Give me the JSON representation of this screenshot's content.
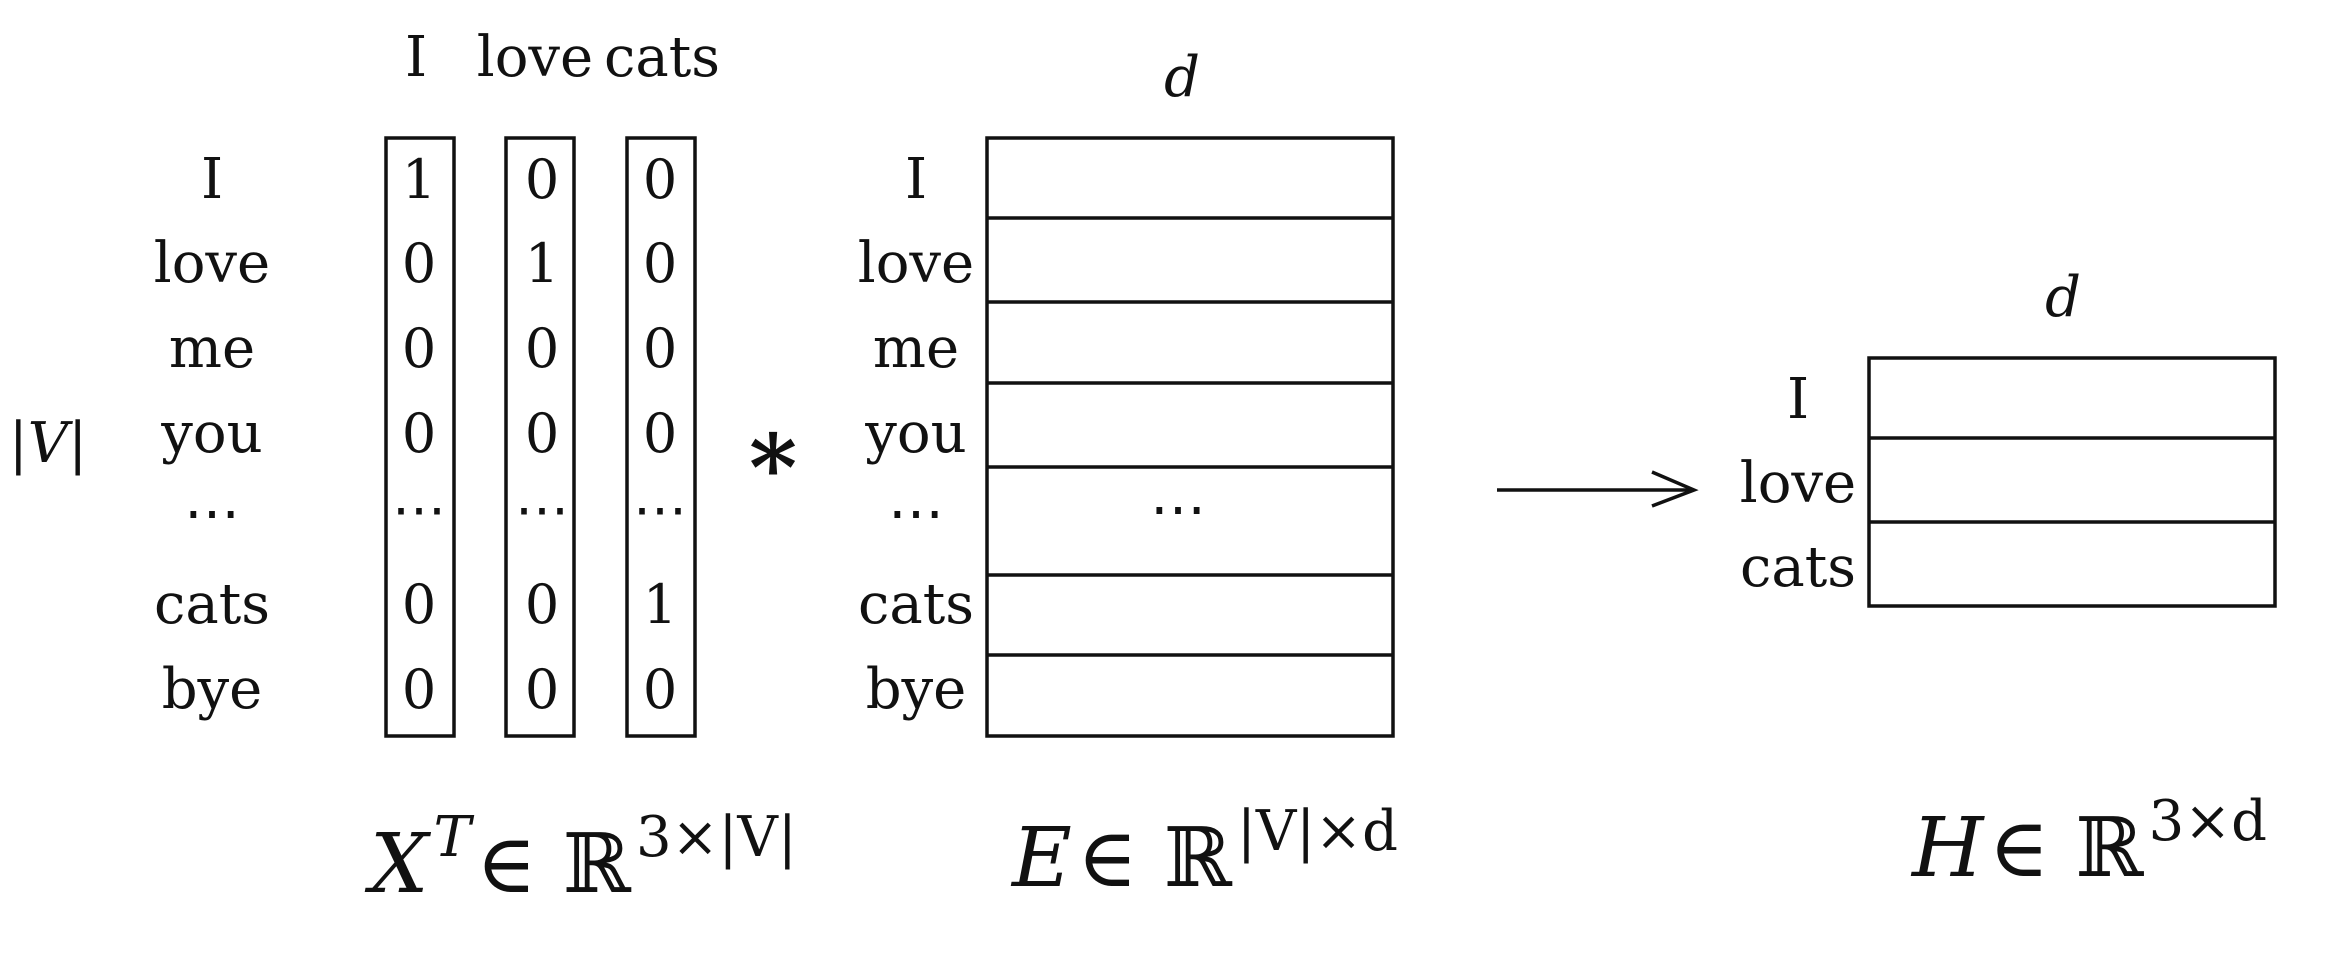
{
  "vocab_label": "|V|",
  "column_headers": [
    "I",
    "love",
    "cats"
  ],
  "vocab_words": [
    "I",
    "love",
    "me",
    "you",
    "⋯",
    "cats",
    "bye"
  ],
  "one_hot_columns": [
    [
      "1",
      "0",
      "0",
      "0",
      "⋯",
      "0",
      "0"
    ],
    [
      "0",
      "1",
      "0",
      "0",
      "⋯",
      "0",
      "0"
    ],
    [
      "0",
      "0",
      "0",
      "0",
      "⋯",
      "1",
      "0"
    ]
  ],
  "multiply_symbol": "*",
  "embedding": {
    "dim_label": "d",
    "row_labels": [
      "I",
      "love",
      "me",
      "you",
      "⋯",
      "cats",
      "bye"
    ],
    "ellipsis": "⋯"
  },
  "output": {
    "dim_label": "d",
    "row_labels": [
      "I",
      "love",
      "cats"
    ]
  },
  "captions": {
    "x_caption": {
      "base": "X",
      "sup1": "T",
      "rel": " ∈ ℝ",
      "sup2": "3×|V|"
    },
    "e_caption": {
      "base": "E",
      "rel": " ∈ ℝ",
      "sup2": "|V|×d"
    },
    "h_caption": {
      "base": "H",
      "rel": " ∈ ℝ",
      "sup2": "3×d"
    }
  }
}
